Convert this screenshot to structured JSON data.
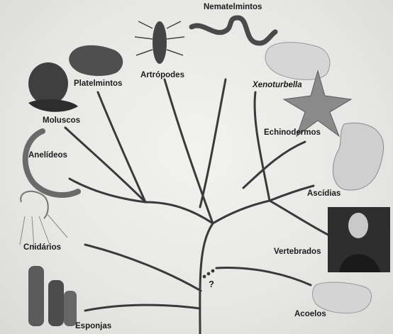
{
  "taxa": [
    {
      "key": "nematelmintos",
      "label": "Nematelmintos",
      "italic": false
    },
    {
      "key": "platelmintos",
      "label": "Platelmintos",
      "italic": false
    },
    {
      "key": "artropodes",
      "label": "Artrópodes",
      "italic": false
    },
    {
      "key": "xenoturbella",
      "label": "Xenoturbella",
      "italic": true
    },
    {
      "key": "moluscos",
      "label": "Moluscos",
      "italic": false
    },
    {
      "key": "echinodermos",
      "label": "Echinodermos",
      "italic": false
    },
    {
      "key": "anelideos",
      "label": "Anelídeos",
      "italic": false
    },
    {
      "key": "ascidias",
      "label": "Ascídias",
      "italic": false
    },
    {
      "key": "cnidarios",
      "label": "Cnidários",
      "italic": false
    },
    {
      "key": "vertebrados",
      "label": "Vertebrados",
      "italic": false
    },
    {
      "key": "acoelos",
      "label": "Acoelos",
      "italic": false
    },
    {
      "key": "esponjas",
      "label": "Esponjas",
      "italic": false
    }
  ],
  "unknown_node_mark": "?"
}
